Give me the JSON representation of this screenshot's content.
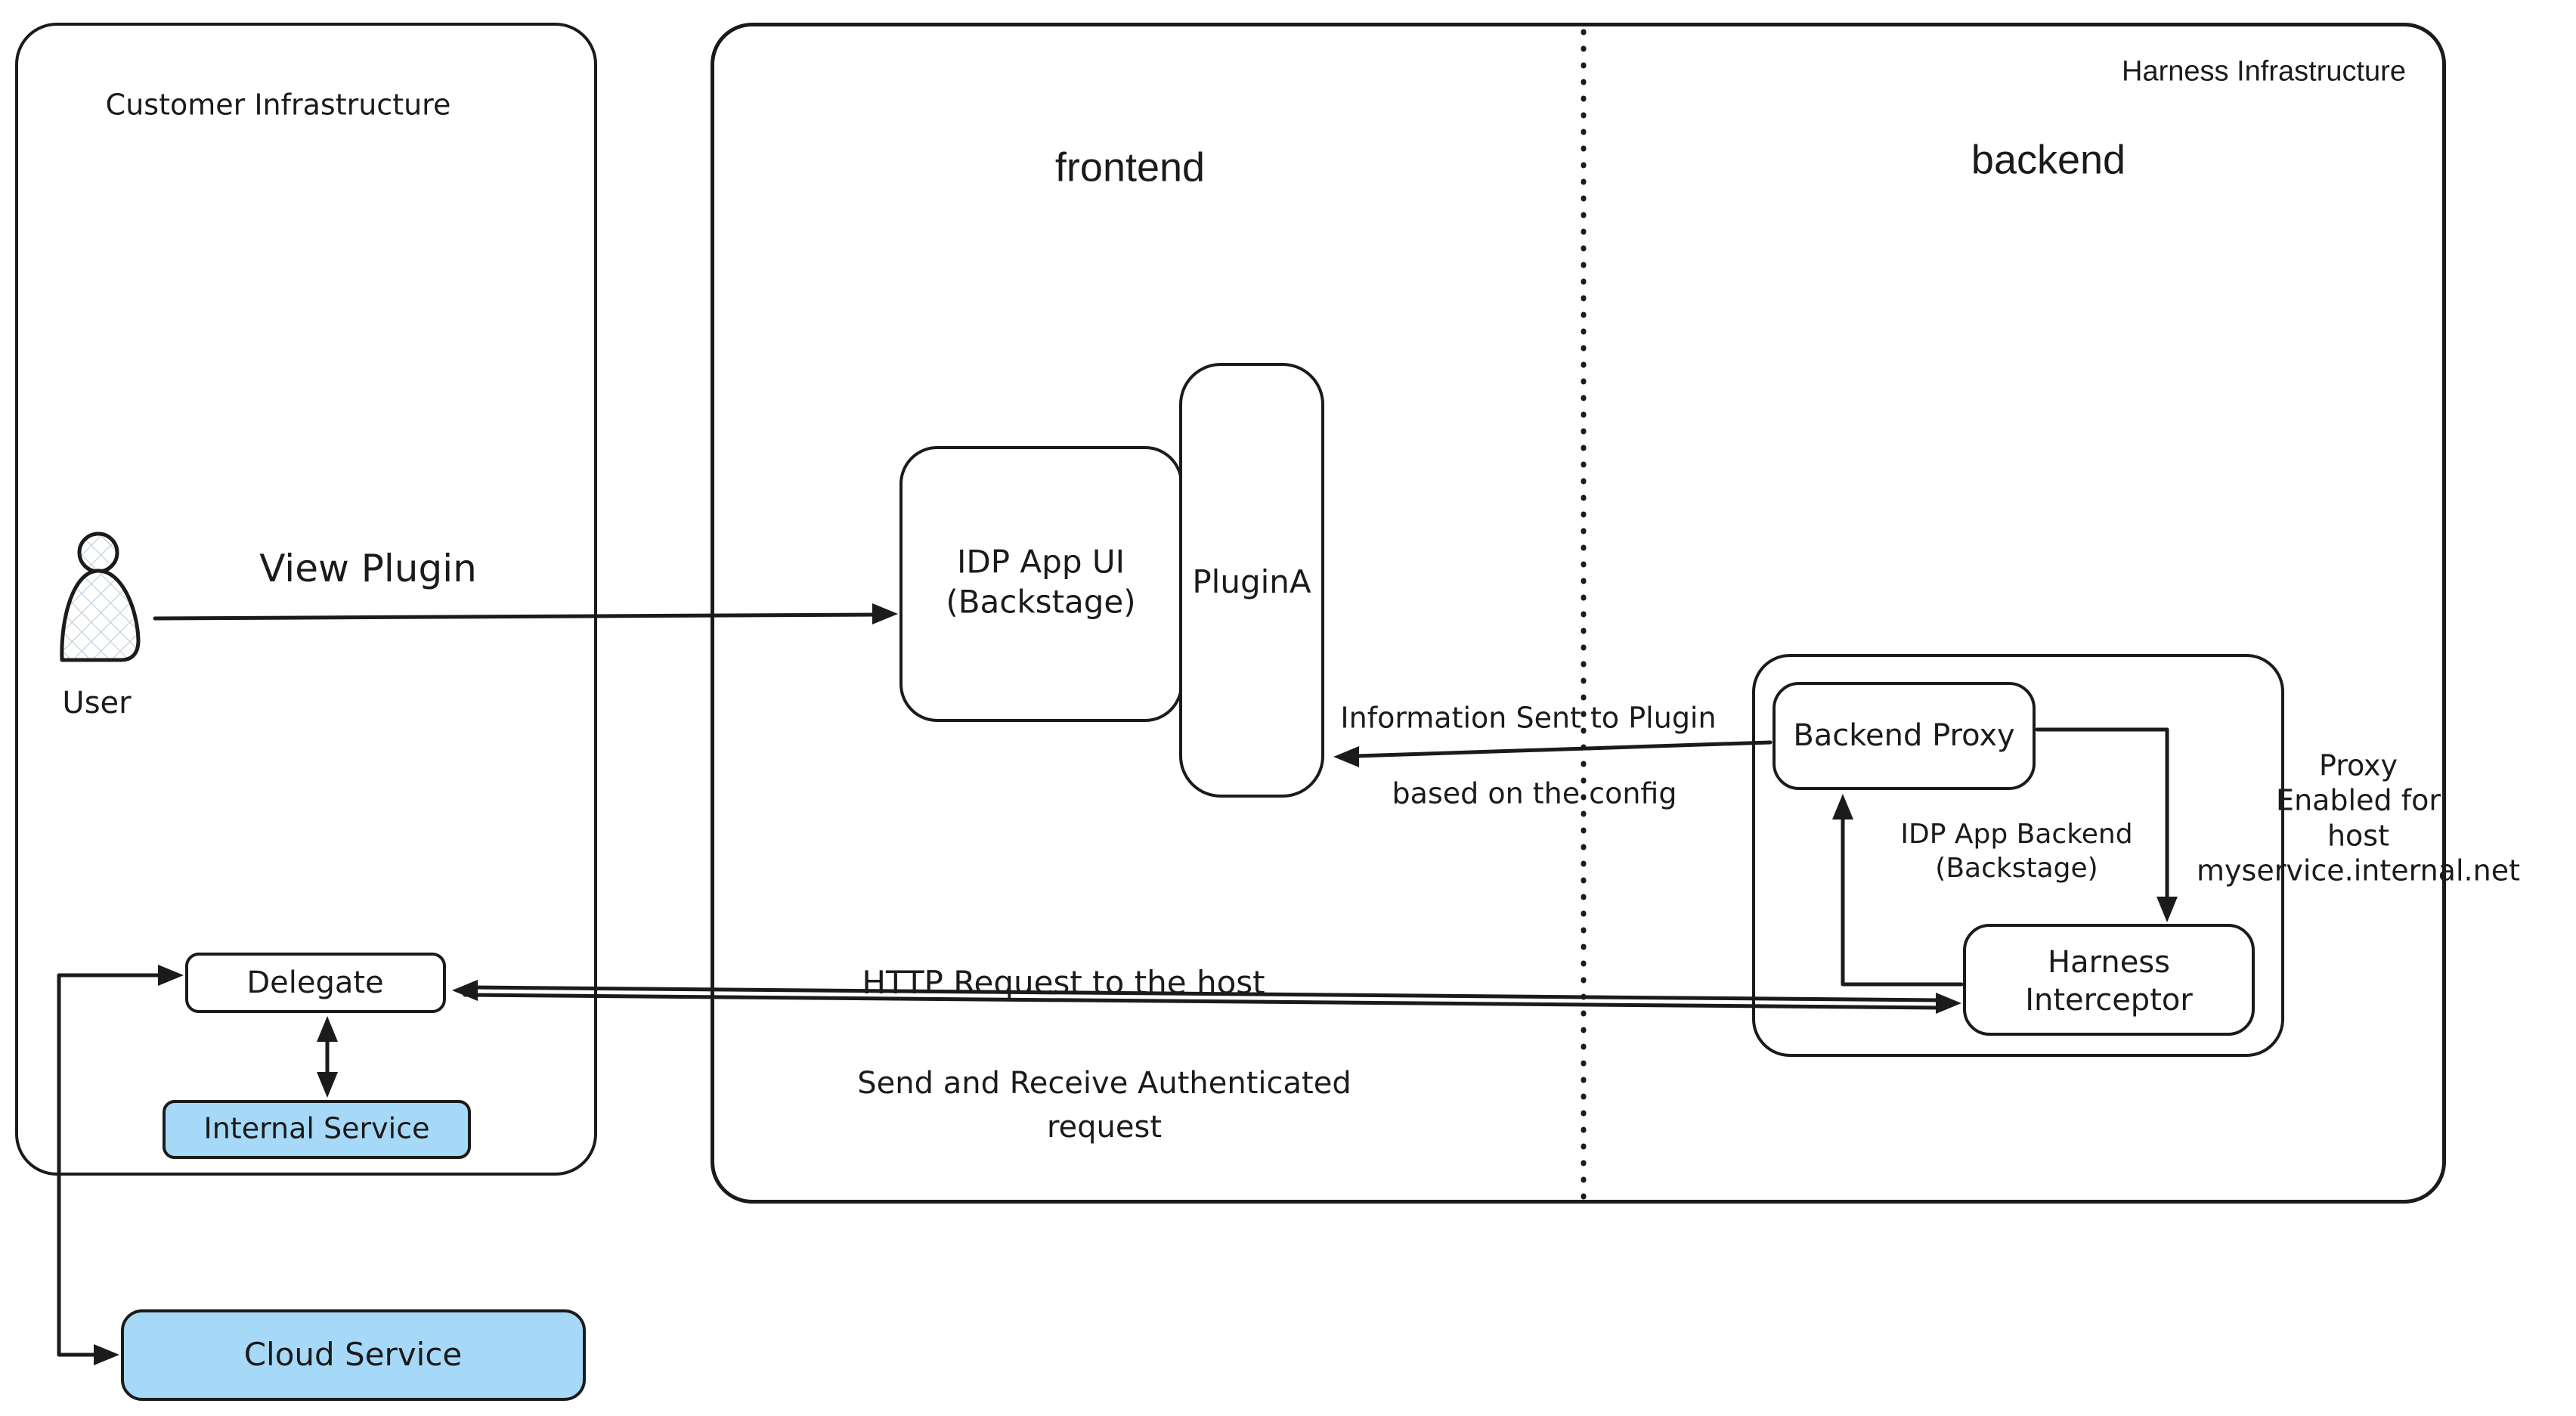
{
  "colors": {
    "stroke": "#1b1b1b",
    "blue_fill": "#a6d9f7",
    "background": "#ffffff",
    "hatch": "#c6d2dc"
  },
  "regions": {
    "customer": {
      "label": "Customer Infrastructure"
    },
    "harness": {
      "label": "Harness Infrastructure",
      "frontend": "frontend",
      "backend": "backend"
    }
  },
  "nodes": {
    "user": {
      "label": "User"
    },
    "idp_app_ui": {
      "label": "IDP App UI\n(Backstage)"
    },
    "plugin_a": {
      "label": "PluginA"
    },
    "backend_proxy": {
      "label": "Backend Proxy"
    },
    "idp_app_backend": {
      "label": "IDP App Backend\n(Backstage)"
    },
    "harness_interceptor": {
      "label": "Harness\nInterceptor"
    },
    "delegate": {
      "label": "Delegate"
    },
    "internal_service": {
      "label": "Internal Service"
    },
    "cloud_service": {
      "label": "Cloud Service"
    }
  },
  "edges": {
    "view_plugin": {
      "label": "View Plugin"
    },
    "info_sent": {
      "label_line1": "Information Sent to Plugin",
      "label_line2": "based on the config"
    },
    "http_request": {
      "label": "HTTP Request to the host",
      "sublabel": "Send and Receive Authenticated\nrequest"
    },
    "proxy_note": "Proxy\nEnabled for\nhost myservice.internal.net"
  }
}
